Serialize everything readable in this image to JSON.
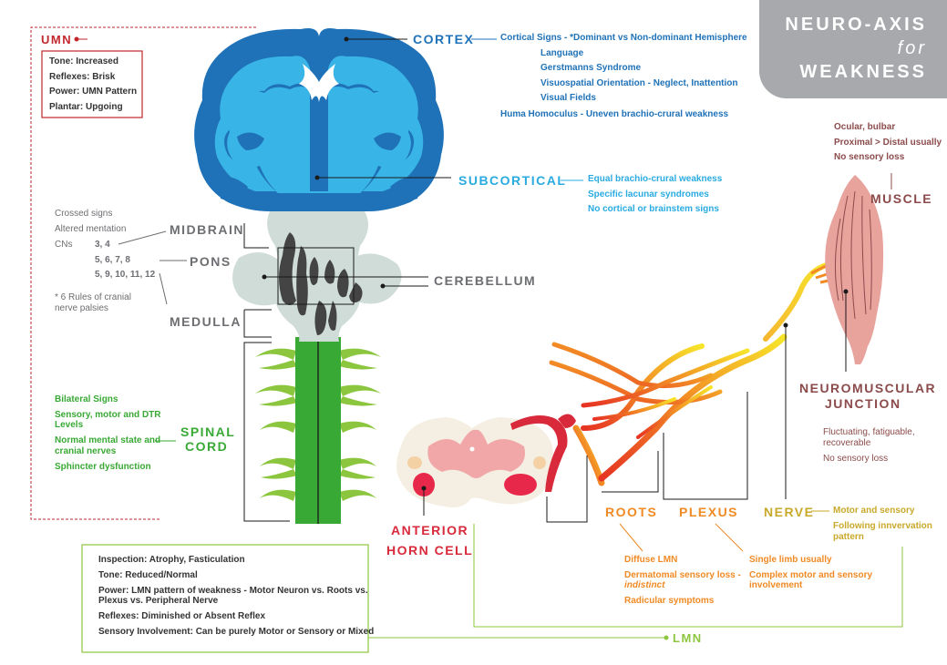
{
  "title": {
    "line1": "NEURO-AXIS",
    "line2": "for",
    "line3": "WEAKNESS"
  },
  "colors": {
    "umn": "#c2272d",
    "cortex_blue": "#1f72b8",
    "subcortical": "#29abe2",
    "brainstem": "#6d6e71",
    "spinal": "#39a935",
    "anterior": "#d82a3b",
    "roots": "#f08a24",
    "plexus": "#f08a24",
    "nerve": "#c9a92a",
    "muscle": "#8c4b4b",
    "lmn": "#8dc63f",
    "text_dark": "#333333"
  },
  "umn": {
    "label": "UMN",
    "items": [
      "Tone: Increased",
      "Reflexes: Brisk",
      "Power: UMN Pattern",
      "Plantar: Upgoing"
    ]
  },
  "cortex": {
    "label": "CORTEX",
    "signs_title": "Cortical Signs - *Dominant vs Non-dominant Hemisphere",
    "signs": [
      "Language",
      "Gerstmanns Syndrome",
      "Visuospatial Orientation - Neglect, Inattention",
      "Visual Fields"
    ],
    "homunculus": "Huma Homoculus - Uneven brachio-crural weakness"
  },
  "subcortical": {
    "label": "SUBCORTICAL",
    "items": [
      "Equal brachio-crural weakness",
      "Specific lacunar syndromes",
      "No cortical or brainstem signs"
    ]
  },
  "brainstem": {
    "crossed": "Crossed signs",
    "mentation": "Altered mentation",
    "cns_label": "CNs",
    "cn_midbrain": "3, 4",
    "cn_pons": "5, 6, 7, 8",
    "cn_medulla": "5, 9, 10, 11, 12",
    "rules": [
      "* 6 Rules of cranial",
      "nerve palsies"
    ],
    "midbrain": "MIDBRAIN",
    "pons": "PONS",
    "medulla": "MEDULLA",
    "cerebellum": "CEREBELLUM"
  },
  "spinal": {
    "label": [
      "SPINAL",
      "CORD"
    ],
    "bilateral": "Bilateral Signs",
    "levels": [
      "Sensory, motor and DTR",
      "Levels"
    ],
    "mental": [
      "Normal mental state and",
      "cranial nerves"
    ],
    "sphincter": "Sphincter dysfunction"
  },
  "anterior": {
    "label": [
      "ANTERIOR",
      "HORN CELL"
    ]
  },
  "roots": {
    "label": "ROOTS",
    "items": [
      "Diffuse LMN",
      "Dermatomal sensory loss -",
      "indistinct",
      "Radicular symptoms"
    ]
  },
  "plexus": {
    "label": "PLEXUS",
    "items": [
      "Single limb usually",
      "Complex motor and sensory",
      "involvement"
    ]
  },
  "nerve": {
    "label": "NERVE",
    "items": [
      "Motor and sensory",
      "Following innvervation",
      "pattern"
    ]
  },
  "muscle": {
    "label": "MUSCLE",
    "items": [
      "Ocular, bulbar",
      "Proximal > Distal usually",
      "No sensory loss"
    ]
  },
  "nmj": {
    "label": [
      "NEUROMUSCULAR",
      "JUNCTION"
    ],
    "items": [
      "Fluctuating, fatiguable,",
      "recoverable",
      "No sensory loss"
    ]
  },
  "lmn": {
    "label": "LMN",
    "items": [
      "Inspection: Atrophy, Fasticulation",
      "Tone: Reduced/Normal",
      "Power: LMN pattern of weakness - Motor Neuron vs. Roots vs.",
      "Plexus vs. Peripheral Nerve",
      "Reflexes: Diminished or Absent Reflex",
      "Sensory Involvement: Can be purely Motor or Sensory or Mixed"
    ]
  }
}
